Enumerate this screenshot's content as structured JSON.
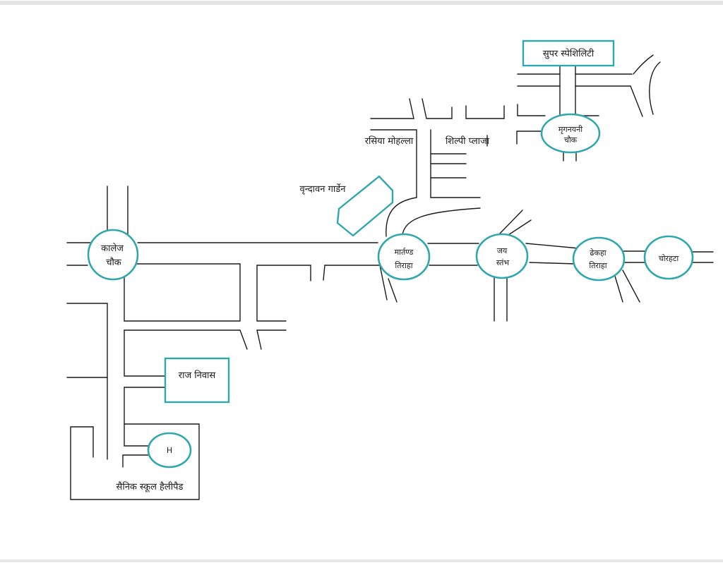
{
  "map": {
    "accent_color": "#2fa7ad",
    "road_color": "#1a1a1a",
    "landmarks": {
      "super_speciality": "सुपर स्पेशिलिटी",
      "mriganayani_l1": "मृगनयनी",
      "mriganayani_l2": "चौक",
      "rasiya_mohalla": "रसिया मोहल्ला",
      "shilpi_plaza": "शिल्पी प्लाजा",
      "vrindavan_garden": "वृन्दावन गार्डेन",
      "college_l1": "कालेज",
      "college_l2": "चौक",
      "martand_l1": "मार्तण्ड",
      "martand_l2": "तिराहा",
      "jai_l1": "जय",
      "jai_l2": "स्तंभ",
      "dhekaha_l1": "ढेकहा",
      "dhekaha_l2": "तिराहा",
      "chorhata": "चोरहटा",
      "raj_niwas": "राज निवास",
      "helipad_symbol": "H",
      "sainik_helipad": "सैनिक स्कूल हैलीपैड"
    }
  }
}
